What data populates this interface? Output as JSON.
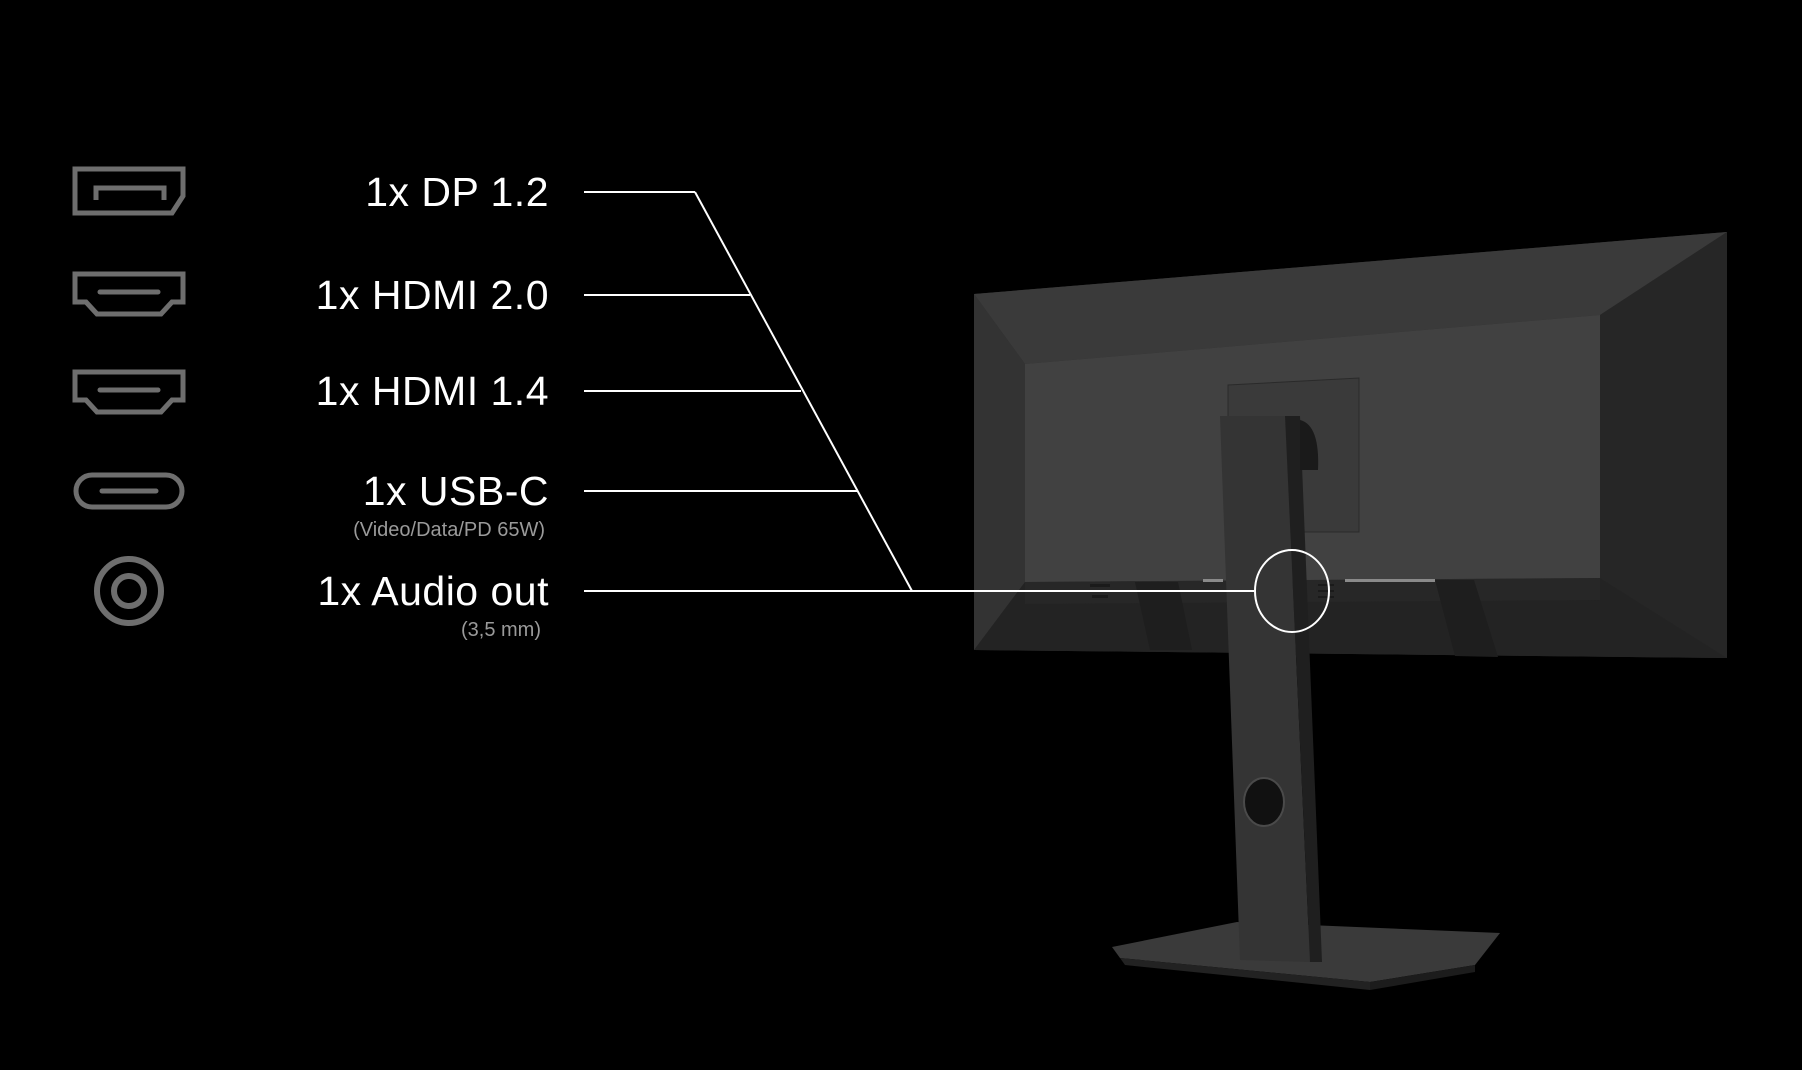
{
  "ports": [
    {
      "id": "dp",
      "icon": "displayport-icon",
      "label": "1x DP 1.2",
      "sublabel": null
    },
    {
      "id": "hdmi20",
      "icon": "hdmi-icon",
      "label": "1x HDMI 2.0",
      "sublabel": null
    },
    {
      "id": "hdmi14",
      "icon": "hdmi-icon",
      "label": "1x HDMI 1.4",
      "sublabel": null
    },
    {
      "id": "usbc",
      "icon": "usb-c-icon",
      "label": "1x USB-C",
      "sublabel": "(Video/Data/PD 65W)"
    },
    {
      "id": "audio",
      "icon": "audio-jack-icon",
      "label": "1x Audio out",
      "sublabel": "(3,5 mm)"
    }
  ],
  "colors": {
    "background": "#000000",
    "label": "#ffffff",
    "sublabel": "#9a9a9a",
    "icon_stroke": "#6e6e6e",
    "leader_line": "#ffffff",
    "monitor_back": "#3f3f3f",
    "monitor_bezel": "#2c2c2c",
    "stand": "#333333"
  }
}
